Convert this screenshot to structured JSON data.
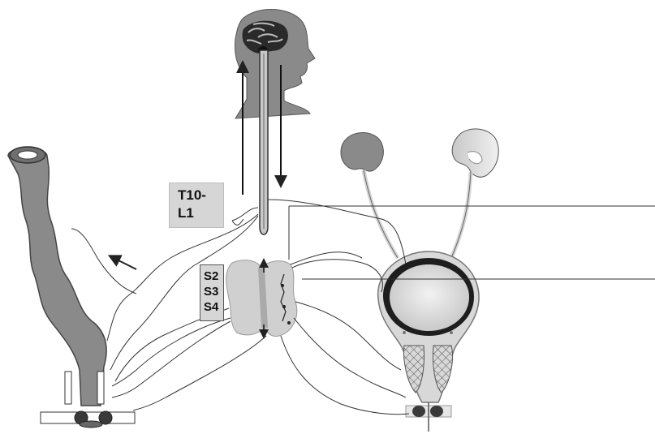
{
  "labels": {
    "spinal_level_upper": [
      "T10-",
      "L1"
    ],
    "spinal_level_sacral": [
      "S2",
      "S3",
      "S4"
    ]
  },
  "colors": {
    "organ_gray": "#8a8a8a",
    "dark": "#2a2a2a",
    "label_bg": "#d6d6d6",
    "light_gray": "#cfcfcf"
  }
}
